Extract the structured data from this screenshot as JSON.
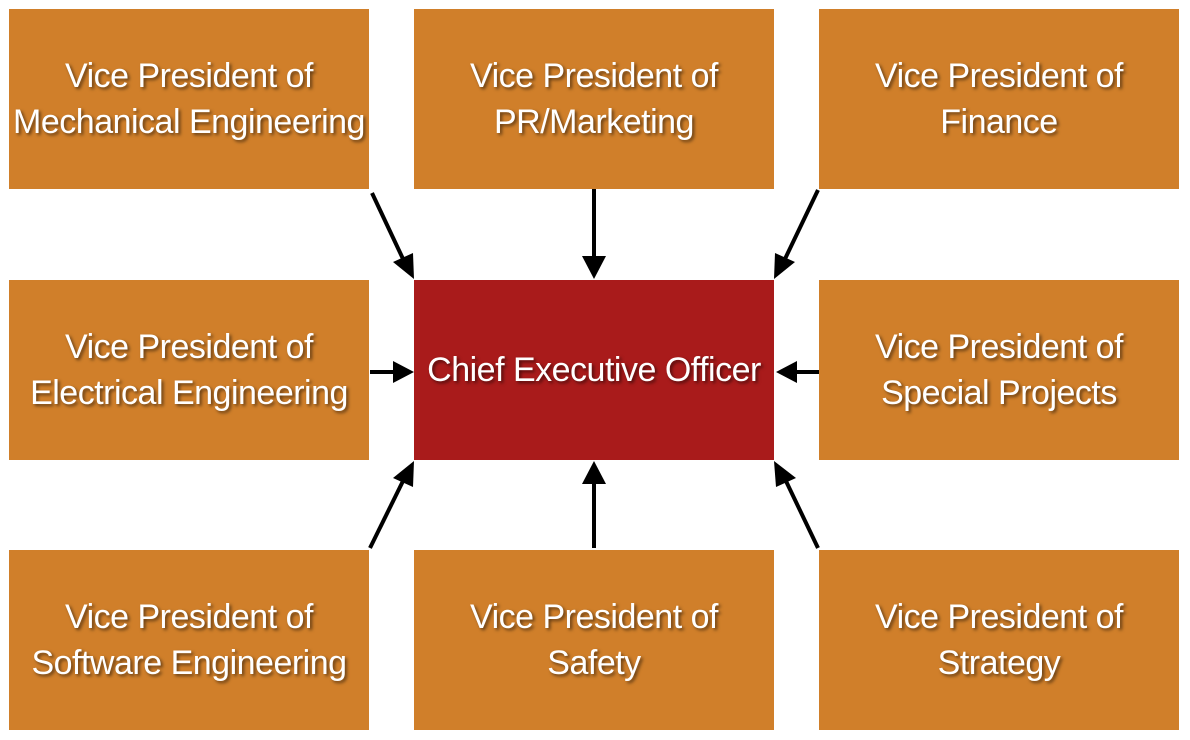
{
  "colors": {
    "vp_box": "#D07F2A",
    "ceo_box": "#A91B1B",
    "arrow": "#000000",
    "text": "#FFFFFF"
  },
  "ceo": {
    "line1": "Chief Executive Officer"
  },
  "vps": {
    "mechanical": {
      "line1": "Vice President of",
      "line2": "Mechanical Engineering"
    },
    "pr_marketing": {
      "line1": "Vice President of",
      "line2": "PR/Marketing"
    },
    "finance": {
      "line1": "Vice President of",
      "line2": "Finance"
    },
    "electrical": {
      "line1": "Vice President of",
      "line2": "Electrical Engineering"
    },
    "special_projects": {
      "line1": "Vice President of",
      "line2": "Special Projects"
    },
    "software": {
      "line1": "Vice President of",
      "line2": "Software Engineering"
    },
    "safety": {
      "line1": "Vice President of",
      "line2": "Safety"
    },
    "strategy": {
      "line1": "Vice President of",
      "line2": "Strategy"
    }
  }
}
